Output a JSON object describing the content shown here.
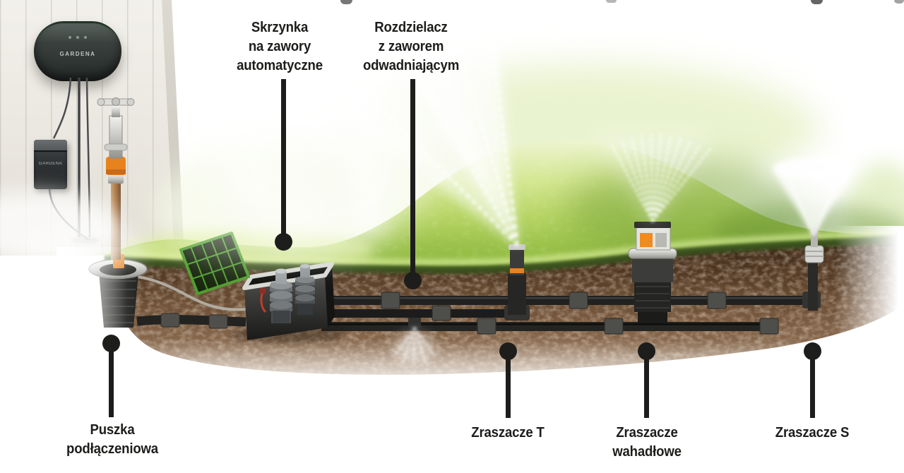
{
  "brand_label": "GARDENA",
  "callouts": {
    "skrzynka": {
      "lines": [
        "Skrzynka",
        "na zawory",
        "automatyczne"
      ]
    },
    "rozdzielacz": {
      "lines": [
        "Rozdzielacz",
        "z zaworem",
        "odwadniającym"
      ]
    },
    "puszka": {
      "lines": [
        "Puszka",
        "podłączeniowa"
      ]
    },
    "zraszacze_t": {
      "lines": [
        "Zraszacze T"
      ]
    },
    "zraszacze_wahadlowe": {
      "lines": [
        "Zraszacze",
        "wahadłowe"
      ]
    },
    "zraszacze_s": {
      "lines": [
        "Zraszacze S"
      ]
    }
  },
  "colors": {
    "label_text": "#1d1d1b",
    "grass": "#a6ca52",
    "grass_edge": "#394f1b",
    "soil": "#6a4c32",
    "valve_lid_green": "#4f9e2e",
    "accent_orange": "#e8821e",
    "pipe": "#212121"
  }
}
